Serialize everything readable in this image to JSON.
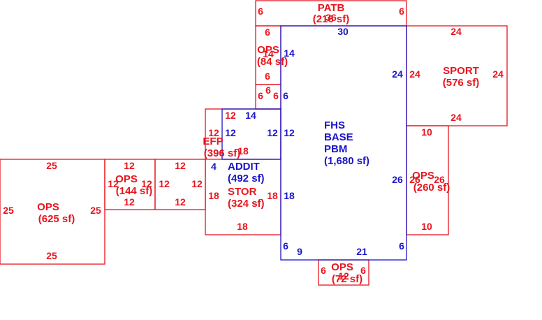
{
  "colors": {
    "red": "#e8141e",
    "blue": "#1a14c8",
    "background": "#ffffff"
  },
  "areas": [
    {
      "id": "patb",
      "color": "red",
      "label": [
        "PATB",
        "(216 sf)"
      ],
      "dims": [
        "36",
        "6",
        "6"
      ]
    },
    {
      "id": "ops-84",
      "color": "red",
      "label": [
        "OPS",
        "(84 sf)"
      ],
      "dims": [
        "6",
        "14",
        "6"
      ]
    },
    {
      "id": "small-6x6",
      "color": "red",
      "label": [],
      "dims": [
        "6",
        "6",
        "6"
      ]
    },
    {
      "id": "sport",
      "color": "red",
      "label": [
        "SPORT",
        "(576 sf)"
      ],
      "dims": [
        "24",
        "24",
        "24",
        "24"
      ]
    },
    {
      "id": "ops-260",
      "color": "red",
      "label": [
        "OPS",
        "(260 sf)"
      ],
      "dims": [
        "10",
        "26",
        "26",
        "10"
      ]
    },
    {
      "id": "eff",
      "color": "red",
      "label": [
        "EFP",
        "(396 sf)"
      ],
      "dims": [
        "12",
        "12",
        "18"
      ]
    },
    {
      "id": "stor",
      "color": "red",
      "label": [
        "STOR",
        "(324 sf)"
      ],
      "dims": [
        "18",
        "18",
        "18"
      ]
    },
    {
      "id": "addit",
      "color": "blue",
      "label": [
        "ADDIT",
        "(492 sf)"
      ],
      "dims": [
        "14",
        "12",
        "12",
        "4"
      ]
    },
    {
      "id": "ops-144",
      "color": "red",
      "label": [
        "OPS",
        "(144 sf)"
      ],
      "dims": [
        "12",
        "12",
        "12",
        "12"
      ]
    },
    {
      "id": "unlabeled-12x12",
      "color": "red",
      "label": [],
      "dims": [
        "12",
        "12",
        "12",
        "12"
      ]
    },
    {
      "id": "ops-625",
      "color": "red",
      "label": [
        "OPS",
        "(625 sf)"
      ],
      "dims": [
        "25",
        "25",
        "25",
        "25"
      ]
    },
    {
      "id": "ops-72",
      "color": "red",
      "label": [
        "OPS",
        "(72 sf)"
      ],
      "dims": [
        "12",
        "6",
        "6"
      ]
    },
    {
      "id": "base",
      "color": "blue",
      "label": [
        "FHS",
        "BASE",
        "PBM",
        "(1,680 sf)"
      ],
      "dims": [
        "30",
        "14",
        "6",
        "12",
        "18",
        "24",
        "26",
        "6",
        "9",
        "21",
        "6"
      ]
    }
  ]
}
